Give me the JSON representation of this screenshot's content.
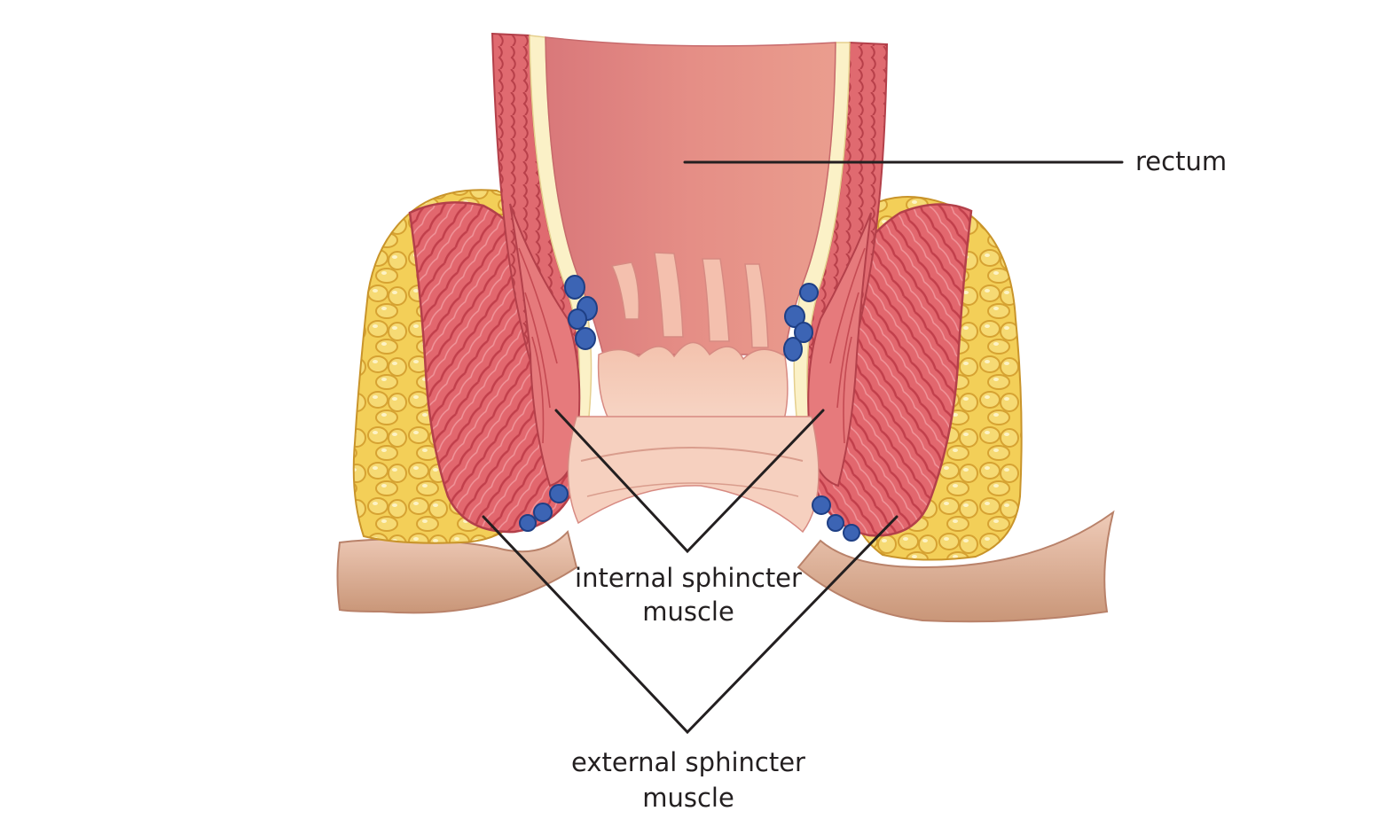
{
  "labels": {
    "rectum": "rectum",
    "internal_line1": "internal sphincter",
    "internal_line2": "muscle",
    "external_line1": "external sphincter",
    "external_line2": "muscle"
  },
  "colors": {
    "fat": "#f3cf58",
    "fat_shadow": "#d9a72f",
    "muscle": "#e2676e",
    "muscle_dark": "#c44a52",
    "lumen": "#e38882",
    "lining": "#f2b9a6",
    "mucosa_pale": "#f6cdb9",
    "skin": "#d6a48c",
    "vein": "#3c64b4",
    "cream": "#fbf1c7",
    "line": "#231f20"
  }
}
